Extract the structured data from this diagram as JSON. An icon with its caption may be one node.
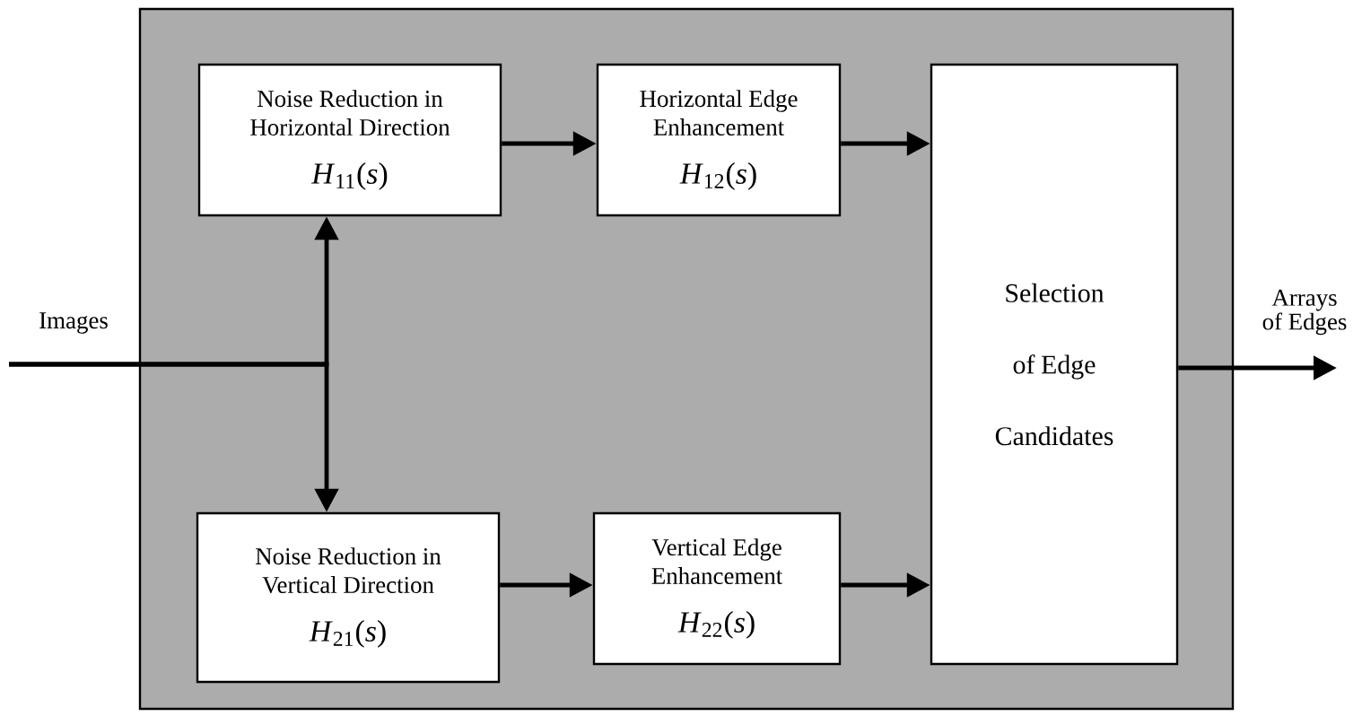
{
  "diagram": {
    "nodes": [
      {
        "text": [],
        "shape": "box"
      },
      {
        "text": [
          "Noise Reduction in Horizontal Direction",
          "*H*$_{11}$(*s*)"
        ],
        "in": 0
      },
      {
        "text": [
          "Horizontal Edge Enhancement",
          "*H*$_{12}$(*s*)"
        ],
        "in": 0
      },
      {
        "text": [
          "Noise Reduction in Vertical Direction",
          "*H*$_{21}$(*s*)"
        ],
        "in": 0
      },
      {
        "text": [
          "Vertical Edge Enhancement",
          "*H*$_{22}$(*s*)"
        ],
        "in": 0
      },
      {
        "text": [
          "Selection of Edge Candidates"
        ],
        "in": 0
      }
    ],
    "edges": [
      {
        "from": null,
        "to": 1,
        "arrow": "to"
      },
      {
        "from": null,
        "to": 3,
        "arrow": "to"
      },
      {
        "from": 1,
        "to": 2,
        "arrow": "to"
      },
      {
        "from": 2,
        "to": 5,
        "arrow": "to"
      },
      {
        "from": 3,
        "to": 4,
        "arrow": "to"
      },
      {
        "from": 4,
        "to": 5,
        "arrow": "to"
      },
      {
        "from": 5,
        "to": null,
        "arrow": "to"
      }
    ],
    "labels": [
      "Images",
      "Arrays of Edges"
    ]
  }
}
